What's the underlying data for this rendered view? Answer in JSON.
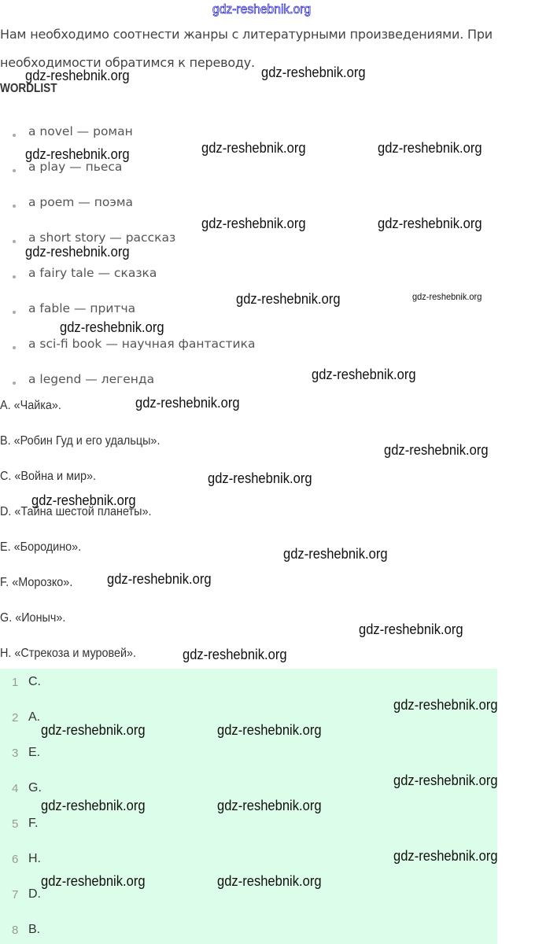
{
  "watermark": "gdz-reshebnik.org",
  "intro": {
    "line1": "Нам необходимо соотнести жанры с литературными произведениями. При",
    "line2": "необходимости обратимся к переводу."
  },
  "wordlist": {
    "title": "WORDLIST",
    "items": [
      "a novel — роман",
      "a play — пьеса",
      "a poem — поэма",
      "a short story — рассказ",
      "a fairy tale — сказка",
      "a fable — притча",
      "a sci-fi book — научная фантастика",
      "a legend — легенда"
    ]
  },
  "options": [
    "A. «Чайка».",
    "B. «Робин Гуд и его удальцы».",
    "C. «Война и мир».",
    "D. «Тайна шестой планеты».",
    "E. «Бородино».",
    "F. «Морозко».",
    "G. «Ионыч».",
    "H. «Стрекоза и муровей»."
  ],
  "answers": [
    {
      "n": "1",
      "v": "C."
    },
    {
      "n": "2",
      "v": "A."
    },
    {
      "n": "3",
      "v": "E."
    },
    {
      "n": "4",
      "v": "G."
    },
    {
      "n": "5",
      "v": "F."
    },
    {
      "n": "6",
      "v": "H."
    },
    {
      "n": "7",
      "v": "D."
    },
    {
      "n": "8",
      "v": "B."
    }
  ]
}
